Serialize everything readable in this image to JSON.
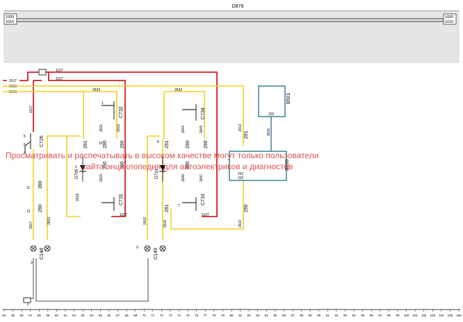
{
  "header": {
    "title": "D878",
    "left_codes": [
      "1000",
      "1010"
    ],
    "right_codes": [
      "1000",
      "1010"
    ]
  },
  "watermark": {
    "line1": "Просматривать и распечатывать в высоком качестве могут только пользователи",
    "line2": "сайта энциклопедия для автоэлектриков и диагностов"
  },
  "bus_wires": [
    "1107",
    "1107",
    "2600",
    "2609"
  ],
  "wire_labels": {
    "w1107_top": "1107",
    "w1107_mid": "1107",
    "w1107_vert": "1107",
    "w2633": "2633",
    "w2632": "2632",
    "w2613": "2613",
    "w2617": "2617",
    "w2603": "2603",
    "w2602": "2602",
    "w2610": "2610",
    "w2611": "2611",
    "w2612": "2612",
    "w2616": "2616",
    "w2618": "2618",
    "w2619": "2619",
    "w2644": "2644",
    "w2645": "2645",
    "w2646": "2646",
    "w2647": "2647",
    "w3520": "3520",
    "w1107_low1": "1107",
    "w1107_low2": "1107"
  },
  "components": {
    "C726": "C726",
    "C732": "C732",
    "C731": "C731",
    "C734": "C734",
    "C733": "C733",
    "D709": "D709",
    "D710": "D710",
    "B501": "B501",
    "B550": "B550",
    "C148": "C148",
    "C149": "C149",
    "n390": "390",
    "n290a": "290",
    "n291a": "291",
    "n291b": "291",
    "n290b": "290",
    "n390b": "390",
    "n290c": "290",
    "n390c": "390",
    "n290d": "290",
    "n291c": "291",
    "n290e": "290",
    "n390d": "390",
    "n291d": "291",
    "n290f": "290",
    "b501_mid": "225",
    "b550_a": "231",
    "b550_b": "232"
  },
  "pins": {
    "p5": "5",
    "p6": "6",
    "p4": "4",
    "p11": "11",
    "p12": "12",
    "p1": "1",
    "p2": "2",
    "p3": "3",
    "p7": "7",
    "p8": "8",
    "p9": "9",
    "p10": "10"
  },
  "bottom_scale": [
    "54",
    "55",
    "56",
    "57",
    "58",
    "59",
    "60",
    "61",
    "62",
    "63",
    "64",
    "65",
    "66",
    "67",
    "68",
    "69",
    "70",
    "71",
    "72",
    "73",
    "74",
    "75",
    "76",
    "77",
    "78",
    "79",
    "80",
    "81",
    "82",
    "83",
    "84",
    "85",
    "86",
    "87",
    "88",
    "89",
    "90",
    "91",
    "92",
    "93",
    "94",
    "95",
    "96",
    "97",
    "98",
    "99",
    "100",
    "101",
    "102",
    "103",
    "104",
    "105",
    "106"
  ],
  "colors": {
    "red": "#d02020",
    "yellow": "#f0d020",
    "gray": "#8a8a8a",
    "teal": "#2a7a8a",
    "panel": "#e6e6e6"
  }
}
